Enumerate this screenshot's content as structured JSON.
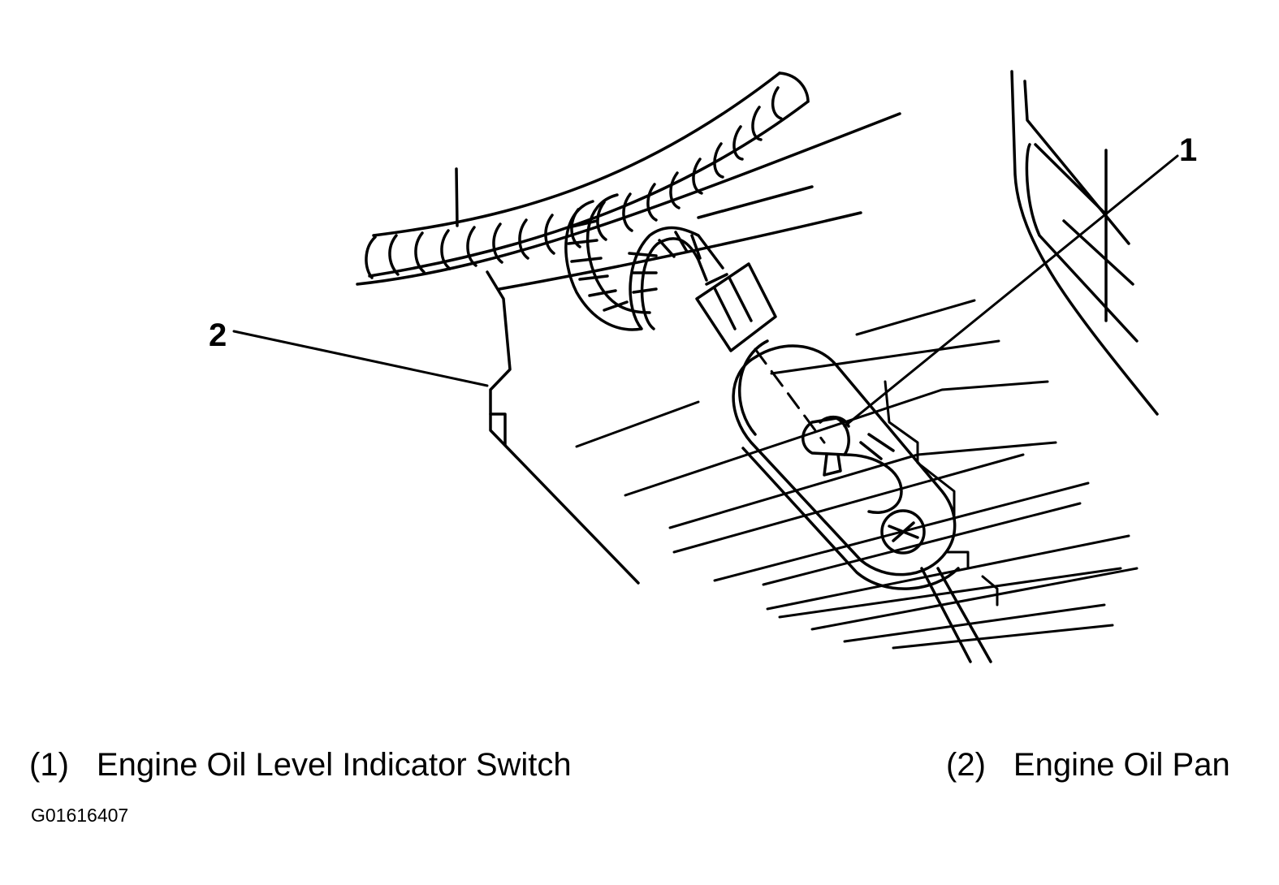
{
  "callouts": [
    {
      "label": "1"
    },
    {
      "label": "2"
    }
  ],
  "legend": [
    {
      "num": "(1)",
      "text": "Engine Oil Level Indicator Switch"
    },
    {
      "num": "(2)",
      "text": "Engine Oil Pan"
    }
  ],
  "figure_id": "G01616407",
  "colors": {
    "line": "#000000",
    "background": "#ffffff"
  }
}
